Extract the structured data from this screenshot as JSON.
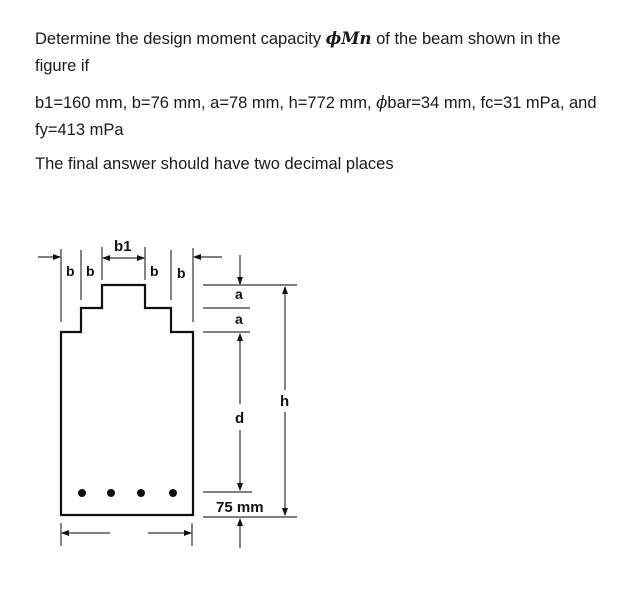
{
  "question": {
    "line1_prefix": "Determine the design moment capacity ",
    "symbol_phi": "ϕ",
    "symbol_mn": "Mn",
    "line1_suffix": " of the beam shown in the figure if",
    "given_phi": "ϕ",
    "given_part1": "b1=160 mm, b=76 mm, a=78 mm, h=772 mm, ",
    "given_part2": "bar=34 mm, fc=31 mPa, and fy=413 mPa",
    "instruction": "The final answer should have two decimal places"
  },
  "figure": {
    "labels": {
      "b_left_outer": "b",
      "b_left_inner": "b",
      "b1": "b1",
      "b_right_inner": "b",
      "b_right_outer": "b",
      "a_top": "a",
      "a_bottom": "a",
      "d": "d",
      "h": "h",
      "cover": "75 mm"
    },
    "bar_count": 4,
    "line_color": "#111111"
  }
}
